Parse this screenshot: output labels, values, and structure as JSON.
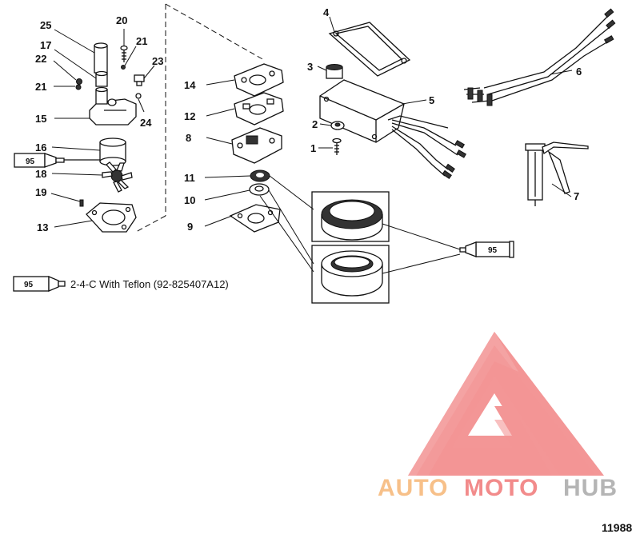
{
  "callouts": {
    "c1": "1",
    "c2": "2",
    "c3": "3",
    "c4": "4",
    "c5": "5",
    "c6": "6",
    "c7": "7",
    "c8": "8",
    "c9": "9",
    "c10": "10",
    "c11": "11",
    "c12": "12",
    "c13": "13",
    "c14": "14",
    "c15": "15",
    "c16": "16",
    "c17": "17",
    "c18": "18",
    "c19": "19",
    "c20": "20",
    "c21a": "21",
    "c21b": "21",
    "c22": "22",
    "c23": "23",
    "c24": "24",
    "c25": "25"
  },
  "tubes": {
    "left": "95",
    "right": "95",
    "legend": "95"
  },
  "legend": {
    "text": "2-4-C  With Teflon (92-825407A12)"
  },
  "figure_number": "11988",
  "watermark": {
    "part1": "AUTO",
    "part2": "MOTO",
    "part3": "HUB",
    "color_orange": "#f7c089",
    "color_red": "#f28b8b",
    "color_gray": "#b5b5b5"
  }
}
